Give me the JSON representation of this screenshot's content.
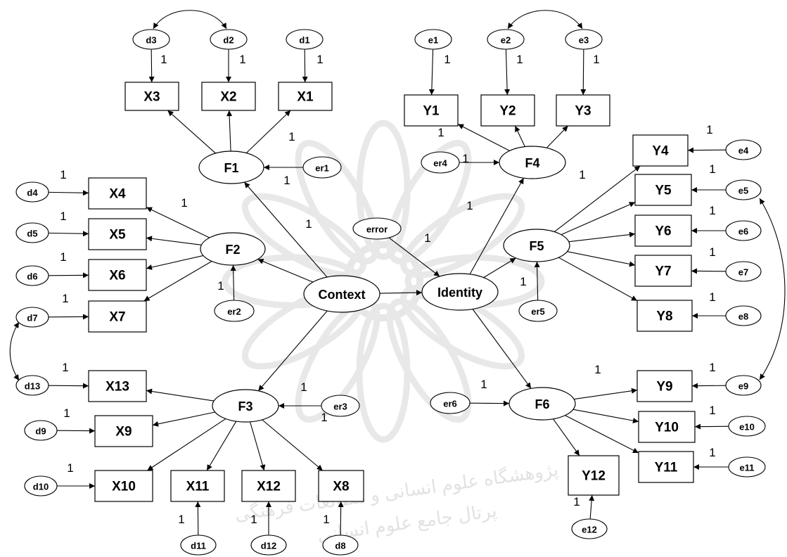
{
  "observed": [
    "X1",
    "X2",
    "X3",
    "X4",
    "X5",
    "X6",
    "X7",
    "X8",
    "X9",
    "X10",
    "X11",
    "X12",
    "X13",
    "Y1",
    "Y2",
    "Y3",
    "Y4",
    "Y5",
    "Y6",
    "Y7",
    "Y8",
    "Y9",
    "Y10",
    "Y11",
    "Y12"
  ],
  "latent": [
    "F1",
    "F2",
    "F3",
    "F4",
    "F5",
    "F6",
    "Context",
    "Identity"
  ],
  "errors": [
    "d1",
    "d2",
    "d3",
    "d4",
    "d5",
    "d6",
    "d7",
    "d8",
    "d9",
    "d10",
    "d11",
    "d12",
    "d13",
    "e1",
    "e2",
    "e3",
    "e4",
    "e5",
    "e6",
    "e7",
    "e8",
    "e9",
    "e10",
    "e11",
    "e12",
    "er1",
    "er2",
    "er3",
    "er4",
    "er5",
    "er6",
    "error"
  ],
  "path_label": "1",
  "watermark": {
    "line1": "پژوهشگاه علوم انسانی و مطالعات فرهنگی",
    "line2": "پرتال جامع علوم انسانی"
  }
}
